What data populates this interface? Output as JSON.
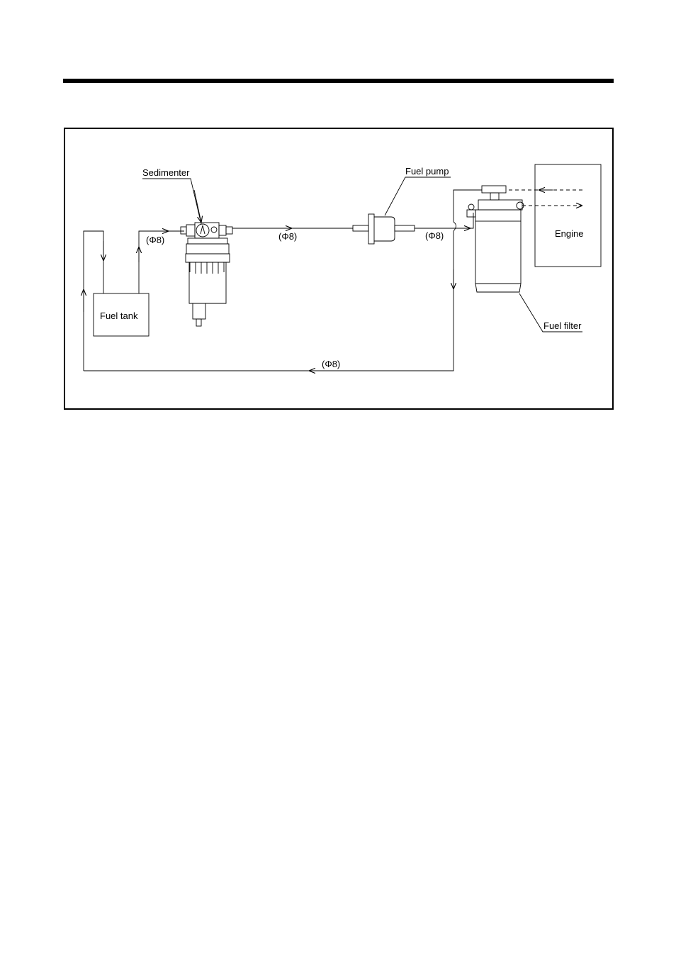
{
  "labels": {
    "sedimenter": "Sedimenter",
    "fuel_pump": "Fuel pump",
    "engine": "Engine",
    "fuel_tank": "Fuel tank",
    "fuel_filter": "Fuel filter",
    "pipe_tank_to_sedimenter": "(Φ8)",
    "pipe_sedimenter_to_pump": "(Φ8)",
    "pipe_pump_to_filter": "(Φ8)",
    "pipe_return": "(Φ8)"
  }
}
